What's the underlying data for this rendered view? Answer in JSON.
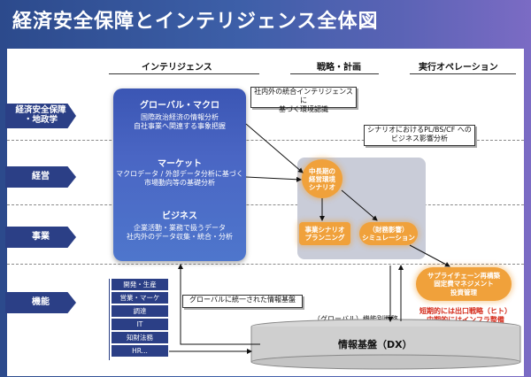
{
  "title": "経済安全保障とインテリジェンス全体図",
  "headers": {
    "intelligence": "インテリジェンス",
    "strategy": "戦略・計画",
    "operation": "実行オペレーション"
  },
  "rows": [
    {
      "label": "経済安全保障\n・地政学"
    },
    {
      "label": "経営"
    },
    {
      "label": "事業"
    },
    {
      "label": "機能"
    }
  ],
  "intel_box": {
    "global": {
      "title": "グローバル・マクロ",
      "body": "国際政治経済の情報分析\n自社事業へ関連する事象把握"
    },
    "market": {
      "title": "マーケット",
      "body": "マクロデータ / 外部データ分析に基づく\n市場動向等の基礎分析"
    },
    "business": {
      "title": "ビジネス",
      "body": "企業活動・業務で扱うデータ\n社内外のデータ収集・統合・分析"
    }
  },
  "callouts": {
    "env": "社内外の統合インテリジェンスに\n基づく環境認識",
    "scenario": "シナリオにおけるPL/BS/CF への\nビジネス影響分析",
    "global_infra": "グローバルに統一された情報基盤"
  },
  "strategy_nodes": {
    "scenario": "中長期の\n経営環境\nシナリオ",
    "biz_planning": "事業シナリオ\nプランニング",
    "simulation": "（財務影響）\nシミュレーション"
  },
  "operation": {
    "supply": "サプライチェーン再構築\n固定費マネジメント\n投資管理",
    "short_mid": "短期的には出口戦略（ヒト）\n中期的にはインフラ整備"
  },
  "functions": [
    "開発・生産",
    "営業・マーケ",
    "調達",
    "IT",
    "知財法務",
    "HR..."
  ],
  "strategy_label": "（グローバル）機能別戦略",
  "platform": "情報基盤（DX）",
  "colors": {
    "navy": "#2b3f86",
    "orange": "#f0a13b",
    "red": "#d42a1a"
  }
}
